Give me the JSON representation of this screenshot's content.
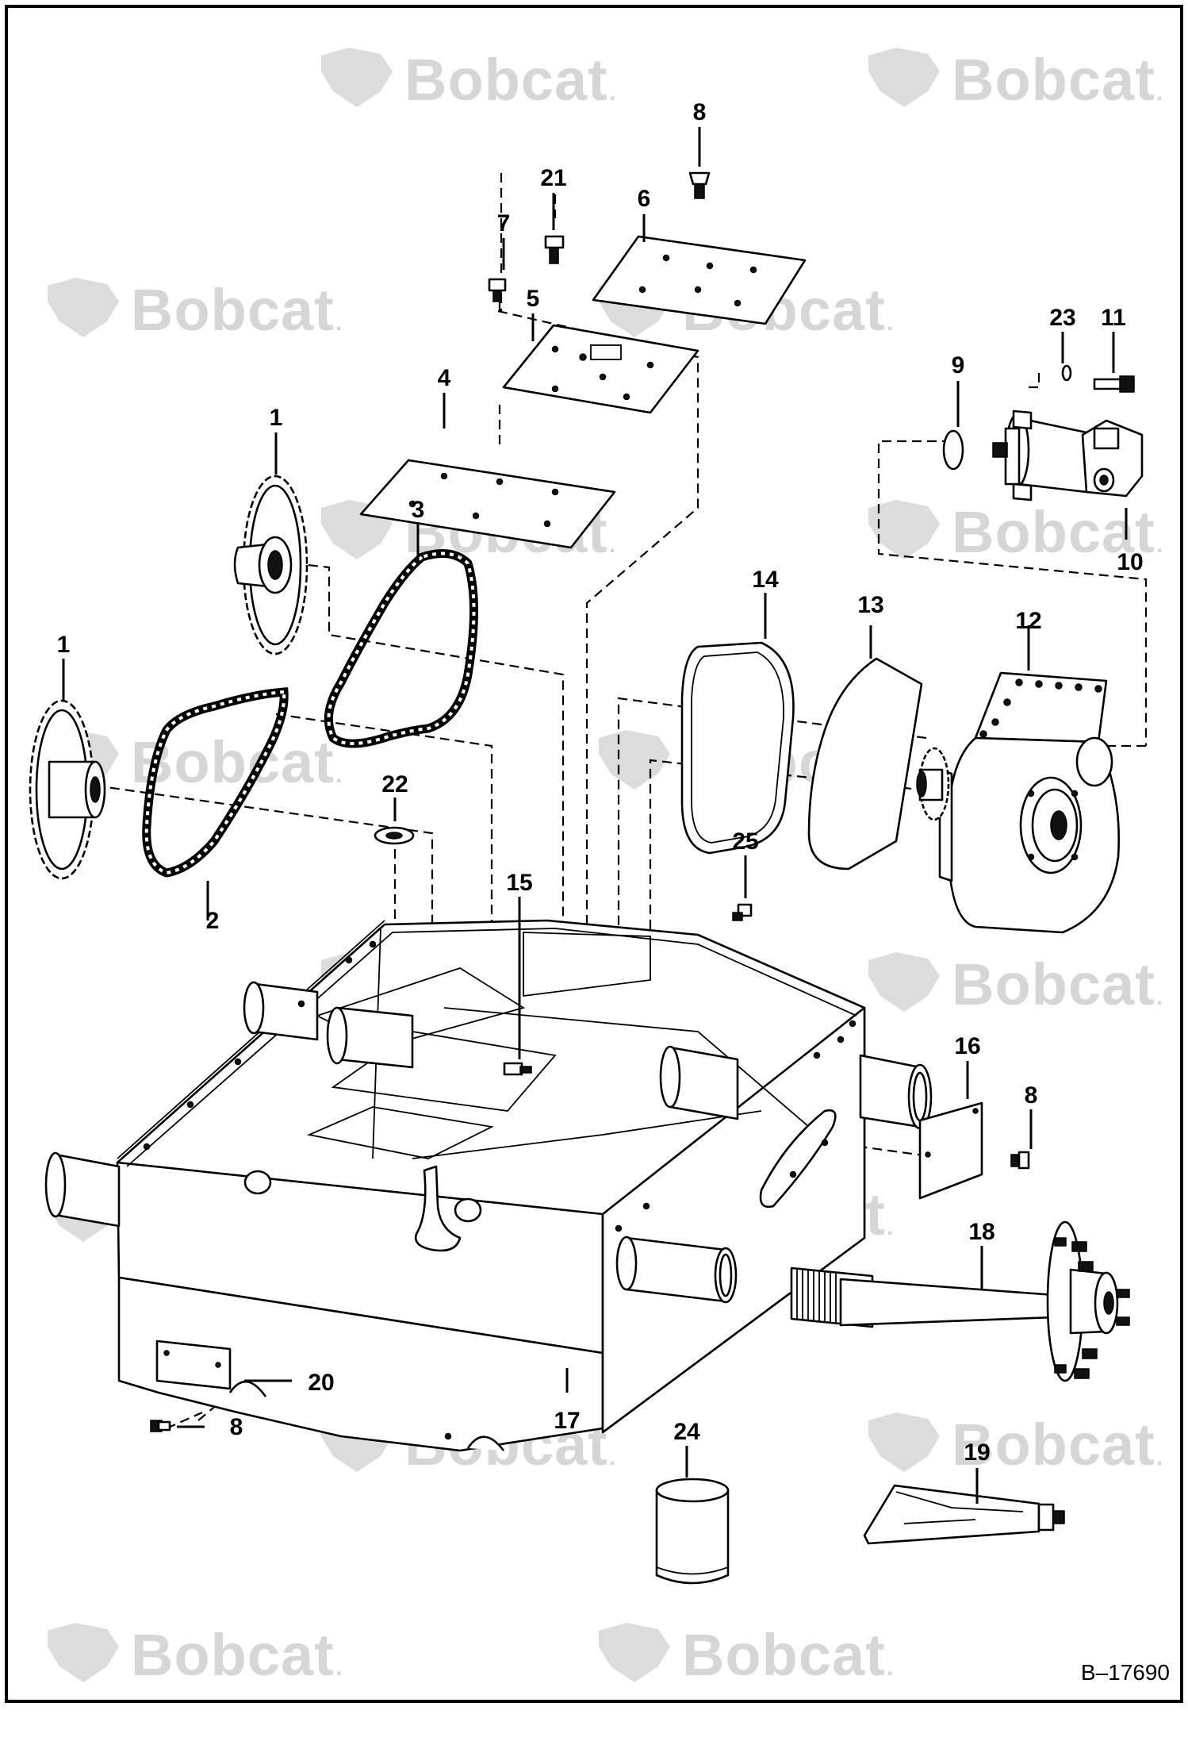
{
  "drawing_number": "B–17690",
  "watermark": {
    "brand": "Bobcat",
    "mark": "."
  },
  "callouts": {
    "c1a": "1",
    "c1b": "1",
    "c2": "2",
    "c3": "3",
    "c4": "4",
    "c5": "5",
    "c6": "6",
    "c7": "7",
    "c8a": "8",
    "c8b": "8",
    "c8c": "8",
    "c9": "9",
    "c10": "10",
    "c11": "11",
    "c12": "12",
    "c13": "13",
    "c14": "14",
    "c15": "15",
    "c16": "16",
    "c17": "17",
    "c18": "18",
    "c19": "19",
    "c20": "20",
    "c21": "21",
    "c22": "22",
    "c23": "23",
    "c24": "24",
    "c25": "25"
  },
  "colors": {
    "line": "#000000",
    "watermark": "#d6d6d6",
    "background": "#ffffff"
  },
  "icons": [
    "bobcat-logo-icon"
  ]
}
